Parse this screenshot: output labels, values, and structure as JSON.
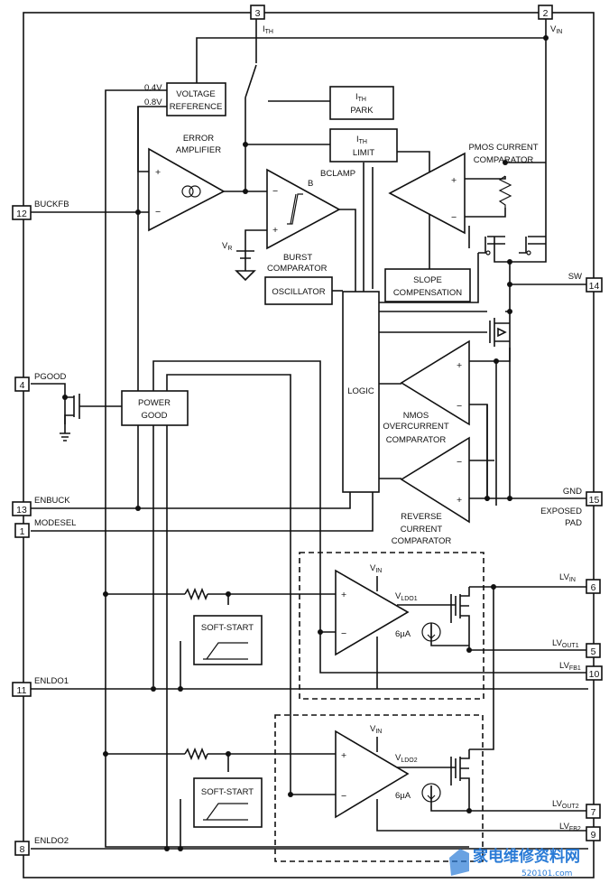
{
  "pins": {
    "p3": "3",
    "p2": "2",
    "p12": "12",
    "p4": "4",
    "p13": "13",
    "p1": "1",
    "p11": "11",
    "p8": "8",
    "p14": "14",
    "p15": "15",
    "p6": "6",
    "p5": "5",
    "p10": "10",
    "p7": "7",
    "p9": "9"
  },
  "labels": {
    "ith": "I",
    "ith_sub": "TH",
    "vin": "V",
    "vin_sub": "IN",
    "v04": "0.4V",
    "v08": "0.8V",
    "vref1": "VOLTAGE",
    "vref2": "REFERENCE",
    "ithpark_1": "I",
    "ithpark_1sub": "TH",
    "ithpark_2": "PARK",
    "ithlimit_1": "I",
    "ithlimit_1sub": "TH",
    "ithlimit_2": "LIMIT",
    "err1": "ERROR",
    "err2": "AMPLIFIER",
    "bclamp": "BCLAMP",
    "b": "B",
    "pmos1": "PMOS CURRENT",
    "pmos2": "COMPARATOR",
    "buckfb": "BUCKFB",
    "vr": "V",
    "vr_sub": "R",
    "burst1": "BURST",
    "burst2": "COMPARATOR",
    "osc": "OSCILLATOR",
    "slope1": "SLOPE",
    "slope2": "COMPENSATION",
    "sw": "SW",
    "pgood": "PGOOD",
    "pg1": "POWER",
    "pg2": "GOOD",
    "logic": "LOGIC",
    "nmos1": "NMOS",
    "nmos2": "OVERCURRENT",
    "nmos3": "COMPARATOR",
    "enbuck": "ENBUCK",
    "modesel": "MODESEL",
    "gnd": "GND",
    "exp1": "EXPOSED",
    "exp2": "PAD",
    "rev1": "REVERSE",
    "rev2": "CURRENT",
    "rev3": "COMPARATOR",
    "ldo_vin": "V",
    "ldo_vin_sub": "IN",
    "vldo1": "V",
    "vldo1_sub": "LDO1",
    "vldo2": "V",
    "vldo2_sub": "LDO2",
    "ua1": "6µA",
    "ua2": "6µA",
    "ss1": "SOFT-START",
    "ss2": "SOFT-START",
    "lvin": "LV",
    "lvin_sub": "IN",
    "lvout1": "LV",
    "lvout1_sub": "OUT1",
    "lvfb1": "LV",
    "lvfb1_sub": "FB1",
    "lvout2": "LV",
    "lvout2_sub": "OUT2",
    "lvfb2": "LV",
    "lvfb2_sub": "FB2",
    "enldo1": "ENLDO1",
    "enldo2": "ENLDO2",
    "plus": "+",
    "minus": "−"
  },
  "watermark": {
    "cn": "家电维修资料网",
    "url": "520101.com"
  }
}
